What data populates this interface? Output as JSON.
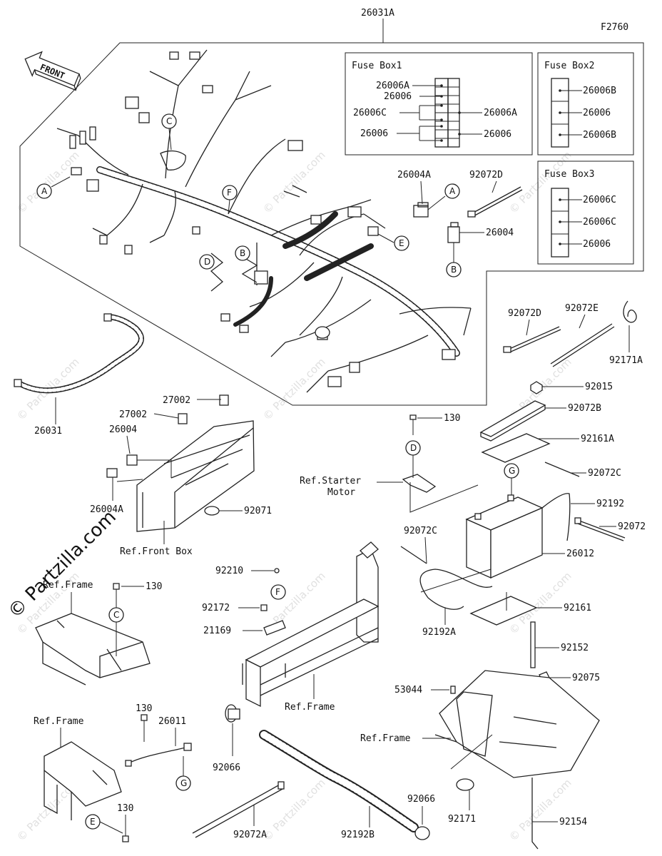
{
  "diagram_code": "F2760",
  "front_label": "FRONT",
  "watermarks": {
    "big": "© Partzilla.com",
    "small": "© Partzilla.com"
  },
  "fuse_boxes": {
    "box1": {
      "title": "Fuse Box1",
      "left_labels": [
        "26006A",
        "26006",
        "26006C",
        "26006"
      ],
      "right_labels": [
        "26006A",
        "26006"
      ]
    },
    "box2": {
      "title": "Fuse Box2",
      "labels": [
        "26006B",
        "26006",
        "26006B"
      ]
    },
    "box3": {
      "title": "Fuse Box3",
      "labels": [
        "26006C",
        "26006C",
        "26006"
      ]
    }
  },
  "parts": {
    "harness_main": "26031A",
    "harness_sub": "26031",
    "relay_a_top": "26004A",
    "relay_top": "26004",
    "tie_top": "92072D",
    "p27002_a": "27002",
    "p27002_b": "27002",
    "p26004_mid": "26004",
    "p26004a_mid": "26004A",
    "p92071": "92071",
    "ref_front_box": "Ref.Front Box",
    "tie_92072d_r": "92072D",
    "tie_92072e": "92072E",
    "p92171a": "92171A",
    "p92015": "92015",
    "p92072b": "92072B",
    "p130_top": "130",
    "p92161a": "92161A",
    "ref_starter": "Ref.Starter",
    "ref_starter_2": "Motor",
    "p92072c_r": "92072C",
    "p92192": "92192",
    "p92072": "92072",
    "p92072c_l": "92072C",
    "p26012": "26012",
    "ref_frame_1": "Ref.Frame",
    "p130_mid": "130",
    "p92210": "92210",
    "p92172": "92172",
    "p21169": "21169",
    "ref_frame_2": "Ref.Frame",
    "p92161": "92161",
    "p92192a": "92192A",
    "p92152": "92152",
    "p53044": "53044",
    "p92075": "92075",
    "ref_frame_3": "Ref.Frame",
    "ref_frame_4": "Ref.Frame",
    "p130_b1": "130",
    "p26011": "26011",
    "p92066_l": "92066",
    "p130_b2": "130",
    "p92072a": "92072A",
    "p92192b": "92192B",
    "p92066_r": "92066",
    "p92171": "92171",
    "p92154": "92154"
  },
  "callouts": {
    "A1": "A",
    "A2": "A",
    "B1": "B",
    "B2": "B",
    "C1": "C",
    "C2": "C",
    "D1": "D",
    "D2": "D",
    "E1": "E",
    "E2": "E",
    "F1": "F",
    "F2": "F",
    "G1": "G",
    "G2": "G"
  }
}
